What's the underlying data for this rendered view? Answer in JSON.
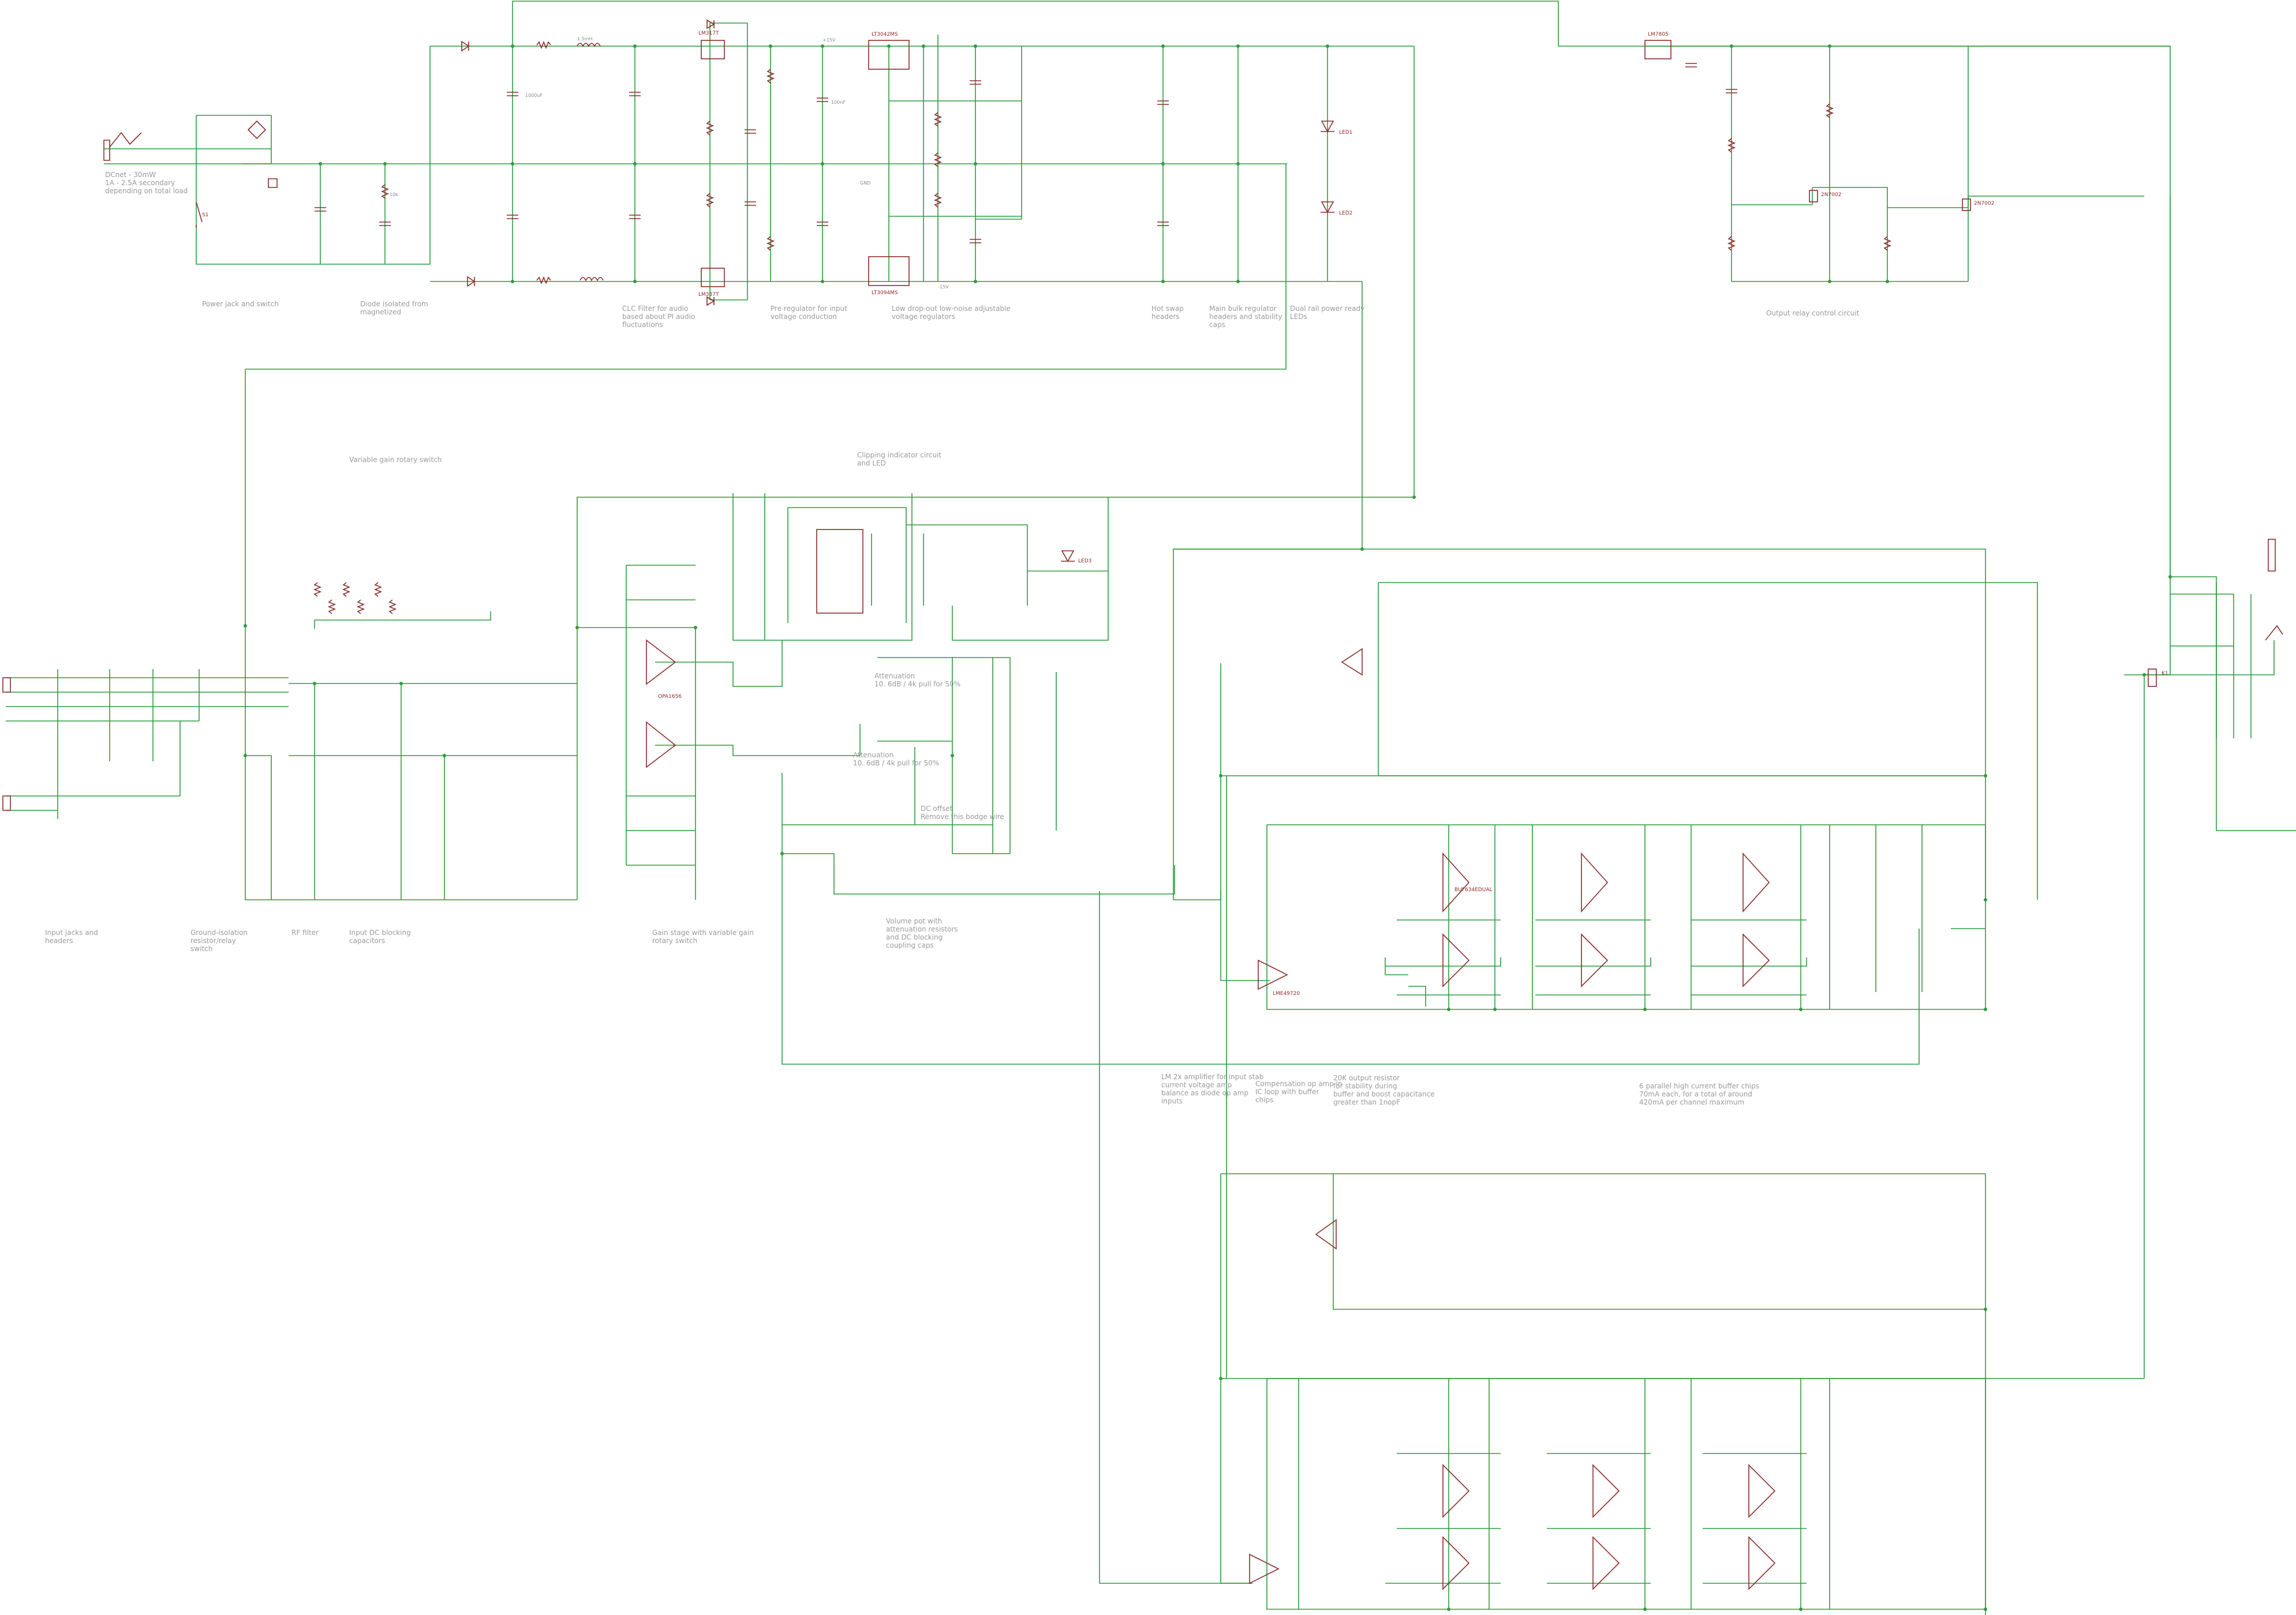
{
  "notes": [
    {
      "id": "n1",
      "text": "DCnet - 30mW\n1A - 2.5A secondary\ndepending on total load"
    },
    {
      "id": "n2",
      "text": "Power jack and switch"
    },
    {
      "id": "n3",
      "text": "Diode isolated from\nmagnetized"
    },
    {
      "id": "n4",
      "text": "CLC Filter for audio\nbased about PI audio\nfluctuations"
    },
    {
      "id": "n5",
      "text": "Pre regulator for input\nvoltage conduction"
    },
    {
      "id": "n6",
      "text": "Low drop-out low-noise adjustable\nvoltage regulators"
    },
    {
      "id": "n7",
      "text": "Hot swap\nheaders"
    },
    {
      "id": "n8",
      "text": "Main bulk regulator\nheaders and stability\ncaps"
    },
    {
      "id": "n9",
      "text": "Dual rail power ready\nLEDs"
    },
    {
      "id": "n10",
      "text": "Output relay control circuit"
    },
    {
      "id": "n11",
      "text": "Variable gain rotary switch"
    },
    {
      "id": "n12",
      "text": "Clipping indicator circuit\nand LED"
    },
    {
      "id": "n13",
      "text": "Input jacks and\nheaders"
    },
    {
      "id": "n14",
      "text": "Ground-isolation\nresistor/relay\nswitch"
    },
    {
      "id": "n15",
      "text": "RF filter"
    },
    {
      "id": "n16",
      "text": "Input DC blocking\ncapacitors"
    },
    {
      "id": "n17",
      "text": "Gain stage with variable gain\nrotary switch"
    },
    {
      "id": "n18",
      "text": "Volume pot with\nattenuation resistors\nand DC blocking\ncoupling caps"
    },
    {
      "id": "n19",
      "text": "LM 2x amplifier for input stab\ncurrent voltage amp\nbalance as diode op amp\ninputs"
    },
    {
      "id": "n20",
      "text": "Compensation op amp in\nIC loop with buffer\nchips"
    },
    {
      "id": "n21",
      "text": "20K output resistor\nfor stability during\nbuffer and boost capacitance\ngreater than 1nopF"
    },
    {
      "id": "n22",
      "text": "6 parallel high current buffer chips\n70mA each, for a total of around\n420mA per channel maximum"
    },
    {
      "id": "n23",
      "text": "Attenuation\n10. 6dB / 4k pull for 50%"
    },
    {
      "id": "n24",
      "text": "Attenuation\n10. 6dB / 4k pull for 50%"
    },
    {
      "id": "n25",
      "text": "DC offset\nRemove this bodge wire"
    }
  ],
  "parts": {
    "u1": "LM317T",
    "u2": "LM337T",
    "u3": "LT3042MS",
    "u4": "LT3094MS",
    "u5": "LM7805",
    "u6": "OPA1656",
    "u7": "LME49720",
    "buf": "BUF634EDUAL",
    "led1": "LED1",
    "led2": "LED2",
    "led3": "LED3",
    "sw1": "S1",
    "q1": "2N7002",
    "q2": "2N7002",
    "relay": "K1"
  },
  "labels": {
    "gnd": "GND",
    "vplus": "+15V",
    "vminus": "-15V",
    "c_big": "1000uF",
    "c_small": "100nF",
    "l1": "1.5mH",
    "res": "10k"
  },
  "colors": {
    "wire": "#2e9c3e",
    "part": "#8c2b2b",
    "note": "#9a9a9a",
    "background": "#ffffff"
  }
}
